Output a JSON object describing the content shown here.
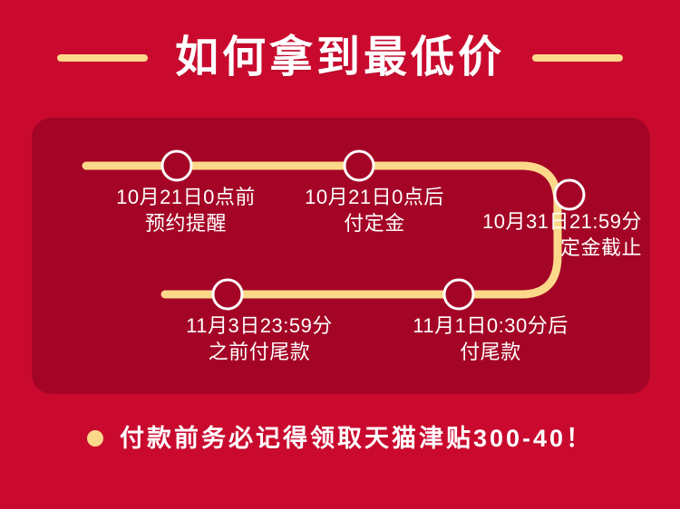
{
  "header": {
    "title": "如何拿到最低价",
    "left_dash": "decorative-dash",
    "right_dash": "decorative-dash"
  },
  "colors": {
    "background": "#c90a2e",
    "card": "#a40425",
    "gold": "#fcd98a",
    "text": "#ffffff"
  },
  "timeline": {
    "nodes": [
      {
        "id": "node-1",
        "line1": "10月21日0点前",
        "line2": "预约提醒",
        "row": "top",
        "marker": "circle-node"
      },
      {
        "id": "node-2",
        "line1": "10月21日0点后",
        "line2": "付定金",
        "row": "top",
        "marker": "circle-node"
      },
      {
        "id": "node-3",
        "line1": "10月31日21:59分",
        "line2": "定金截止",
        "row": "corner",
        "marker": "circle-node"
      },
      {
        "id": "node-4",
        "line1": "11月3日23:59分",
        "line2": "之前付尾款",
        "row": "bottom",
        "marker": "circle-node"
      },
      {
        "id": "node-5",
        "line1": "11月1日0:30分后",
        "line2": "付尾款",
        "row": "bottom",
        "marker": "circle-node"
      }
    ]
  },
  "footer": {
    "bullet": "dot-icon",
    "note": "付款前务必记得领取天猫津贴300-40！"
  }
}
